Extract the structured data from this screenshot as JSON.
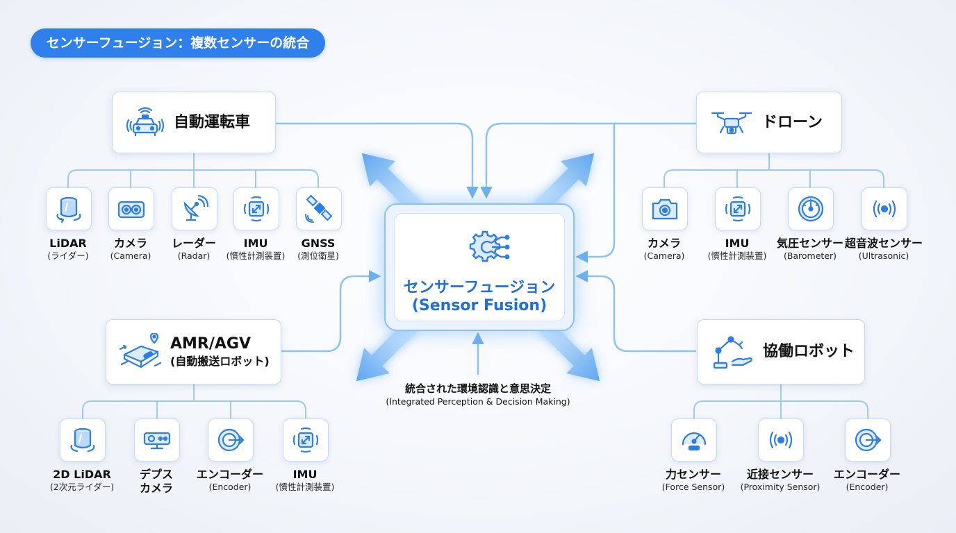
{
  "title": "センサーフュージョン：複数センサーの統合",
  "center": {
    "title_ja": "センサーフュージョン",
    "title_en": "(Sensor Fusion)",
    "icon": "gear-circuit-icon"
  },
  "output": {
    "label_ja": "統合された環境認識と意思決定",
    "label_en": "(Integrated Perception & Decision Making)"
  },
  "platforms": {
    "autonomous_car": {
      "label": "自動運転車",
      "icon": "car-icon",
      "sensors": [
        {
          "name": "LiDAR",
          "sub": "(ライダー)",
          "icon": "lidar-icon"
        },
        {
          "name": "カメラ",
          "sub": "(Camera)",
          "icon": "camera-icon"
        },
        {
          "name": "レーダー",
          "sub": "(Radar)",
          "icon": "radar-icon"
        },
        {
          "name": "IMU",
          "sub": "(慣性計測装置)",
          "icon": "imu-icon"
        },
        {
          "name": "GNSS",
          "sub": "(測位衛星)",
          "icon": "satellite-icon"
        }
      ]
    },
    "drone": {
      "label": "ドローン",
      "icon": "drone-icon",
      "sensors": [
        {
          "name": "カメラ",
          "sub": "(Camera)",
          "icon": "camera-icon"
        },
        {
          "name": "IMU",
          "sub": "(慣性計測装置)",
          "icon": "imu-icon"
        },
        {
          "name": "気圧センサー",
          "sub": "(Barometer)",
          "icon": "gauge-icon"
        },
        {
          "name": "超音波センサー",
          "sub": "(Ultrasonic)",
          "icon": "ultrasonic-icon"
        }
      ]
    },
    "amr": {
      "label_1": "AMR/AGV",
      "label_2": "(自動搬送ロボット)",
      "icon": "amr-robot-icon",
      "sensors": [
        {
          "name": "2D LiDAR",
          "sub": "(2次元ライダー)",
          "icon": "lidar-icon"
        },
        {
          "name": "デプス",
          "name2": "カメラ",
          "sub": "",
          "icon": "depth-camera-icon"
        },
        {
          "name": "エンコーダー",
          "sub": "(Encoder)",
          "icon": "encoder-icon"
        },
        {
          "name": "IMU",
          "sub": "(慣性計測装置)",
          "icon": "imu-icon"
        }
      ]
    },
    "cobot": {
      "label": "協働ロボット",
      "icon": "robot-arm-icon",
      "sensors": [
        {
          "name": "力センサー",
          "sub": "(Force Sensor)",
          "icon": "force-gauge-icon"
        },
        {
          "name": "近接センサー",
          "sub": "(Proximity Sensor)",
          "icon": "proximity-icon"
        },
        {
          "name": "エンコーダー",
          "sub": "(Encoder)",
          "icon": "encoder-icon"
        }
      ]
    }
  },
  "colors": {
    "accent": "#2f80ea",
    "icon_blue": "#2e7de0",
    "connector": "#8ec3ee",
    "arrow_glow": "#7fbaf5",
    "title_blue": "#1f6fd6"
  }
}
